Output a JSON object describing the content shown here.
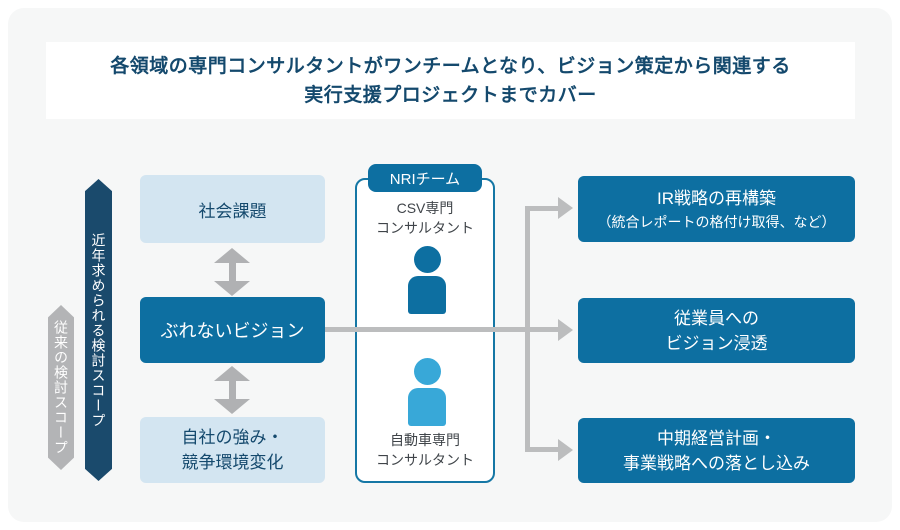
{
  "title": {
    "line1": "各領域の専門コンサルタントがワンチームとなり、ビジョン策定から関連する",
    "line2": "実行支援プロジェクトまでカバー"
  },
  "scopes": {
    "recent": "近年求められる検討スコープ",
    "conventional": "従来の検討スコープ"
  },
  "left_flow": {
    "top": "社会課題",
    "middle": "ぶれないビジョン",
    "bottom_line1": "自社の強み・",
    "bottom_line2": "競争環境変化"
  },
  "team": {
    "tag": "NRIチーム",
    "member1_line1": "CSV専門",
    "member1_line2": "コンサルタント",
    "member2_line1": "自動車専門",
    "member2_line2": "コンサルタント"
  },
  "outcomes": {
    "one_line1": "IR戦略の再構築",
    "one_line2": "（統合レポートの格付け取得、など）",
    "two_line1": "従業員への",
    "two_line2": "ビジョン浸透",
    "three_line1": "中期経営計画・",
    "three_line2": "事業戦略への落とし込み"
  },
  "icons": {
    "member1": "person-icon",
    "member2": "person-icon"
  },
  "colors": {
    "primary_blue": "#0d6fa1",
    "light_blue_box": "#d3e5f1",
    "navy_ribbon": "#1a4a6c",
    "gray_ribbon": "#b3b4b6",
    "connector_gray": "#bcbdbe",
    "light_person_blue": "#38a8d8",
    "title_text": "#14496d",
    "card_background": "#f6f7f7"
  }
}
